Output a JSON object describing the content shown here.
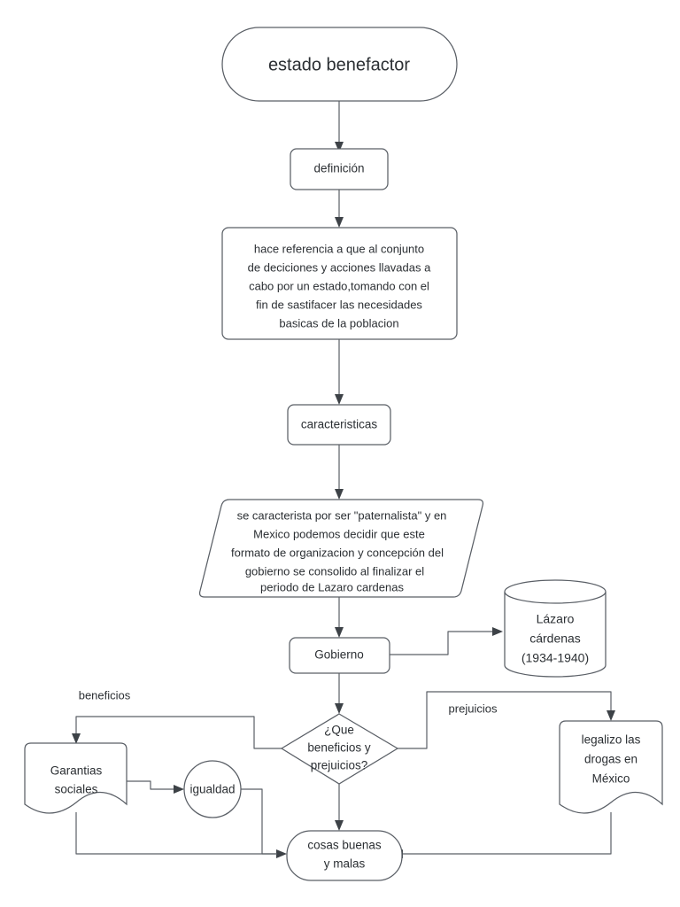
{
  "diagram": {
    "title_node": "estado benefactor",
    "colors": {
      "stroke": "#5a5f66",
      "text": "#2b2f33",
      "background": "#ffffff",
      "arrow": "#3d4247"
    },
    "nodes": {
      "start": {
        "label": "estado benefactor",
        "shape": "stadium"
      },
      "definicion": {
        "label": "definición",
        "shape": "rounded-rect"
      },
      "definicion_texto": {
        "shape": "rounded-rect",
        "lines": [
          "hace referencia a que al conjunto",
          "de deciciones y acciones llavadas a",
          "cabo por un estado,tomando con el",
          "fin de sastifacer las necesidades",
          "basicas de la poblacion"
        ]
      },
      "caracteristicas": {
        "label": "caracteristicas",
        "shape": "rounded-rect"
      },
      "caracteristicas_texto": {
        "shape": "parallelogram",
        "lines": [
          "se caracterista por ser \"paternalista\" y en",
          "Mexico podemos decidir  que este",
          "formato de organizacion y concepción del",
          "gobierno se consolido al finalizar el",
          "periodo de Lazaro cardenas"
        ]
      },
      "gobierno": {
        "label": "Gobierno",
        "shape": "rounded-rect"
      },
      "lazaro": {
        "shape": "cylinder",
        "lines": [
          "Lázaro",
          "cárdenas",
          "(1934-1940)"
        ]
      },
      "decision": {
        "shape": "diamond",
        "lines": [
          "¿Que",
          "beneficios y",
          "prejuicios?"
        ]
      },
      "garantias": {
        "shape": "document",
        "lines": [
          "Garantias",
          "sociales"
        ]
      },
      "igualdad": {
        "label": "igualdad",
        "shape": "circle"
      },
      "legalizo": {
        "shape": "document",
        "lines": [
          "legalizo las",
          "drogas en",
          "México"
        ]
      },
      "cosas": {
        "shape": "stadium",
        "lines": [
          "cosas buenas",
          "y malas"
        ]
      }
    },
    "edge_labels": {
      "beneficios": "beneficios",
      "prejuicios": "prejuicios"
    }
  }
}
